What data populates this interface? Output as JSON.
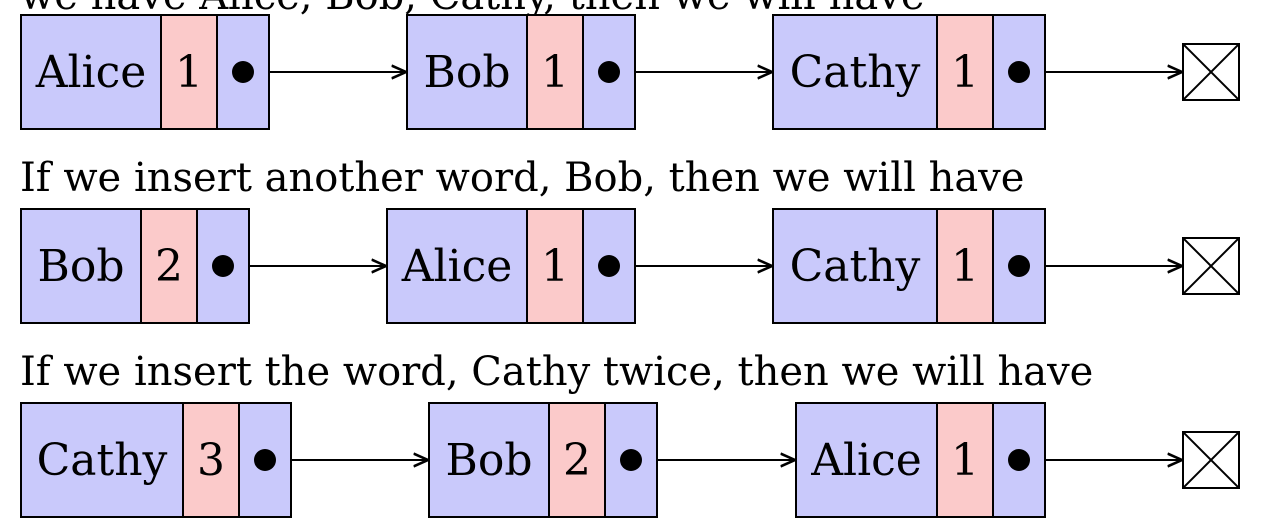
{
  "colors": {
    "name_cell": "#c9c9fb",
    "count_cell": "#fbcaca",
    "pointer_cell": "#c9c9fb",
    "line": "#000000"
  },
  "captions": [
    "we have Alice, Bob, Cathy, then we will have",
    "If we insert another word, Bob, then we will have",
    "If we insert the word, Cathy twice, then we will have"
  ],
  "lists": [
    {
      "nodes": [
        {
          "word": "Alice",
          "count": "1"
        },
        {
          "word": "Bob",
          "count": "1"
        },
        {
          "word": "Cathy",
          "count": "1"
        }
      ]
    },
    {
      "nodes": [
        {
          "word": "Bob",
          "count": "2"
        },
        {
          "word": "Alice",
          "count": "1"
        },
        {
          "word": "Cathy",
          "count": "1"
        }
      ]
    },
    {
      "nodes": [
        {
          "word": "Cathy",
          "count": "3"
        },
        {
          "word": "Bob",
          "count": "2"
        },
        {
          "word": "Alice",
          "count": "1"
        }
      ]
    }
  ],
  "icons": {
    "pointer": "filled-dot-icon",
    "null_terminator": "crossed-box-icon"
  }
}
